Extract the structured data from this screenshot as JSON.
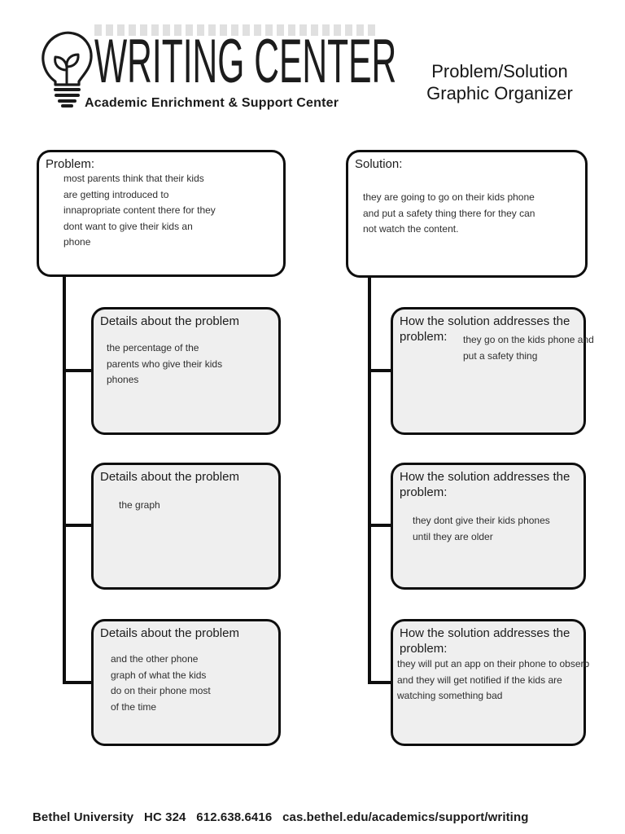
{
  "header": {
    "brand": "WRITING CENTER",
    "tagline": "Academic Enrichment & Support Center",
    "title_line1": "Problem/Solution",
    "title_line2": "Graphic Organizer"
  },
  "problem": {
    "label": "Problem:",
    "text": "most parents think that their kids\nare getting introduced to\ninnapropriate content there for they\ndont want to give their kids an\nphone"
  },
  "solution": {
    "label": "Solution:",
    "text": "they are going to go on their kids phone\nand put a safety thing there for they can\nnot watch the content."
  },
  "details": [
    {
      "label": "Details about the problem",
      "text": "the percentage of the\nparents who give their kids\nphones"
    },
    {
      "label": "Details about the problem",
      "text": "the graph"
    },
    {
      "label": "Details about the problem",
      "text": "and the other phone\ngraph of what the kids\ndo on their phone most\nof the time"
    }
  ],
  "how": [
    {
      "label": "How the solution addresses the problem:",
      "text": "they go on the kids phone and\nput a safety thing"
    },
    {
      "label": "How the solution addresses the problem:",
      "text": "they dont give their kids phones\nuntil they are older"
    },
    {
      "label": "How the solution addresses the problem:",
      "text": "they will put an app on their phone to obserb\nand they will get notified if the kids are\nwatching something bad"
    }
  ],
  "footer": {
    "text": "Bethel University   HC 324   612.638.6416   cas.bethel.edu/academics/support/writing"
  },
  "colors": {
    "box_fill": "#efefef",
    "line": "#0e0e0e"
  }
}
